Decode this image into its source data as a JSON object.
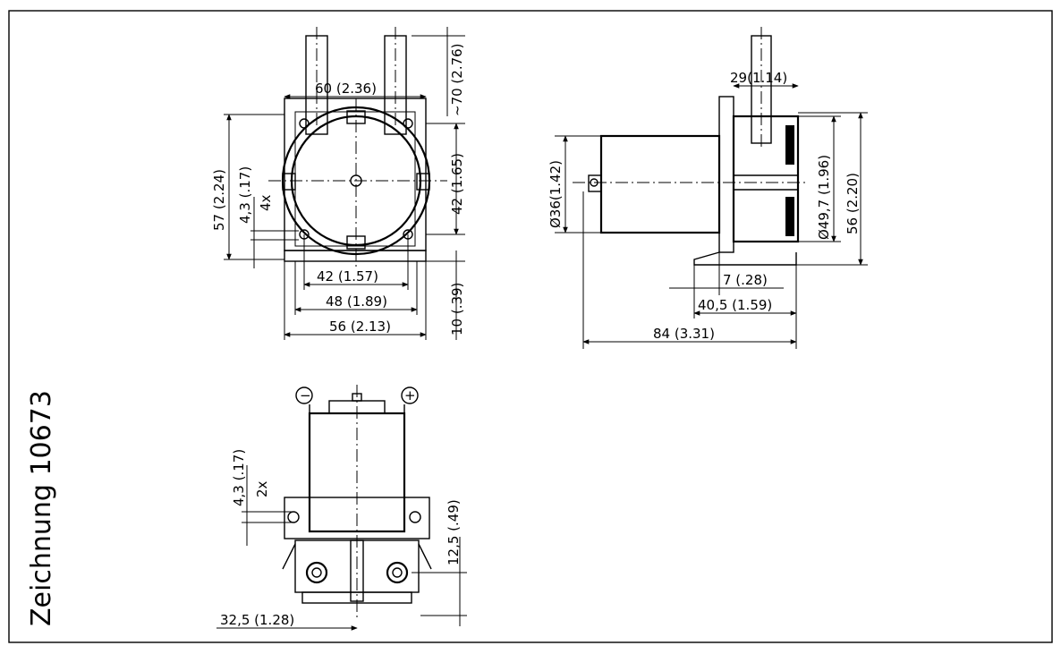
{
  "drawing_title": "Zeichnung 10673",
  "front_view": {
    "dim_width_60": "60  (2.36)",
    "dim_height_70": "~70  (2.76)",
    "dim_height_57": "57  (2.24)",
    "dim_hole_43": "4,3  (.17)",
    "dim_hole_count": "4x",
    "dim_height_42": "42  (1.65)",
    "dim_width_42": "42  (1.57)",
    "dim_width_48": "48  (1.89)",
    "dim_width_56": "56  (2.13)",
    "dim_height_10": "10  (.39)"
  },
  "side_view": {
    "dim_29": "29(1.14)",
    "dim_dia_36": "Ø36(1.42)",
    "dim_dia_497": "Ø49,7  (1.96)",
    "dim_56": "56  (2.20)",
    "dim_7": "7  (.28)",
    "dim_405": "40,5  (1.59)",
    "dim_84": "84  (3.31)"
  },
  "bottom_view": {
    "minus_terminal": "−",
    "plus_terminal": "+",
    "dim_hole_43": "4,3  (.17)",
    "dim_hole_count": "2x",
    "dim_125": "12,5  (.49)",
    "dim_325": "32,5  (1.28)"
  }
}
